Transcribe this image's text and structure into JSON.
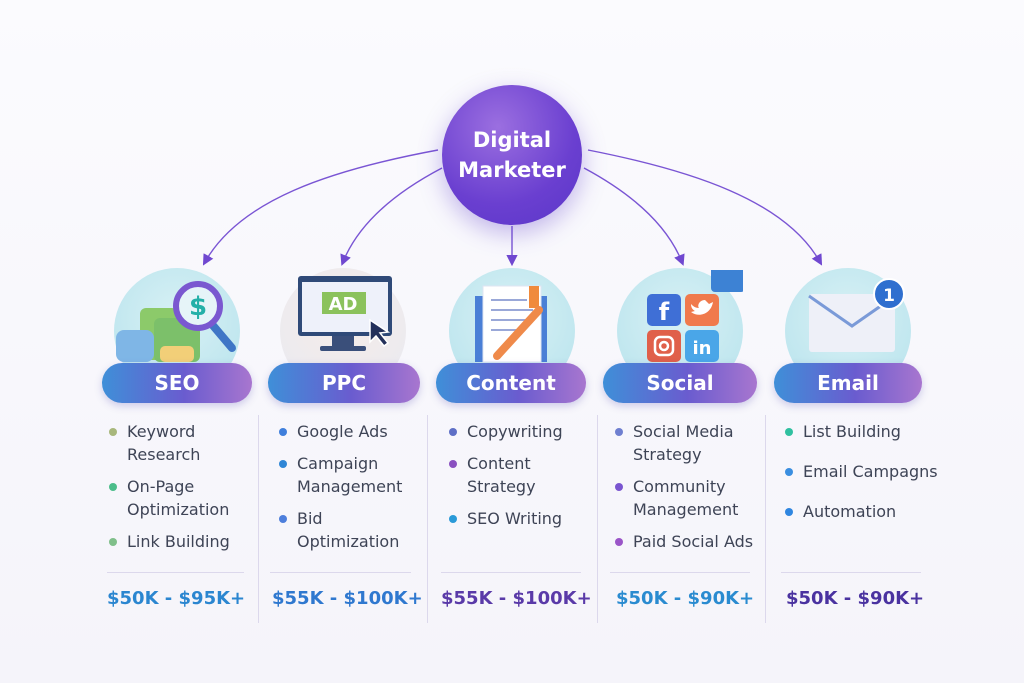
{
  "hub": {
    "title": "Digital Marketer"
  },
  "columns": [
    {
      "key": "seo",
      "label": "SEO",
      "items": [
        "Keyword Research",
        "On-Page Optimization",
        "Link Building"
      ],
      "bullets": [
        "#a8b77c",
        "#4cbd8a",
        "#7fbf8a"
      ],
      "salary": "$50K - $95K+",
      "salary_color": "#2b86d0"
    },
    {
      "key": "ppc",
      "label": "PPC",
      "items": [
        "Google Ads",
        "Campaign Management",
        "Bid Optimization"
      ],
      "bullets": [
        "#3f7fdc",
        "#2f86d6",
        "#4d7fdc"
      ],
      "salary": "$55K - $100K+",
      "salary_color": "#2f78cf"
    },
    {
      "key": "content",
      "label": "Content",
      "items": [
        "Copywriting",
        "Content Strategy",
        "SEO Writing"
      ],
      "bullets": [
        "#5e6fc6",
        "#8a50c0",
        "#2a9ad8"
      ],
      "salary": "$55K - $100K+",
      "salary_color": "#5a3aa8"
    },
    {
      "key": "social",
      "label": "Social",
      "items": [
        "Social Media Strategy",
        "Community Management",
        "Paid Social Ads"
      ],
      "bullets": [
        "#6f7fd0",
        "#7a55d0",
        "#9a55c8"
      ],
      "salary": "$50K - $90K+",
      "salary_color": "#2a8bd0"
    },
    {
      "key": "email",
      "label": "Email",
      "items": [
        "List Building",
        "Email Campagns",
        "Automation"
      ],
      "bullets": [
        "#30c0a0",
        "#3a8ee0",
        "#2f86e0"
      ],
      "salary": "$50K - $90K+",
      "salary_color": "#4a32a0"
    }
  ],
  "icons": {
    "seo_dollar": "$",
    "ppc_ad": "AD",
    "email_badge": "1",
    "social_f": "f",
    "social_in": "in"
  },
  "colors": {
    "accent": "#6a3fd0"
  }
}
